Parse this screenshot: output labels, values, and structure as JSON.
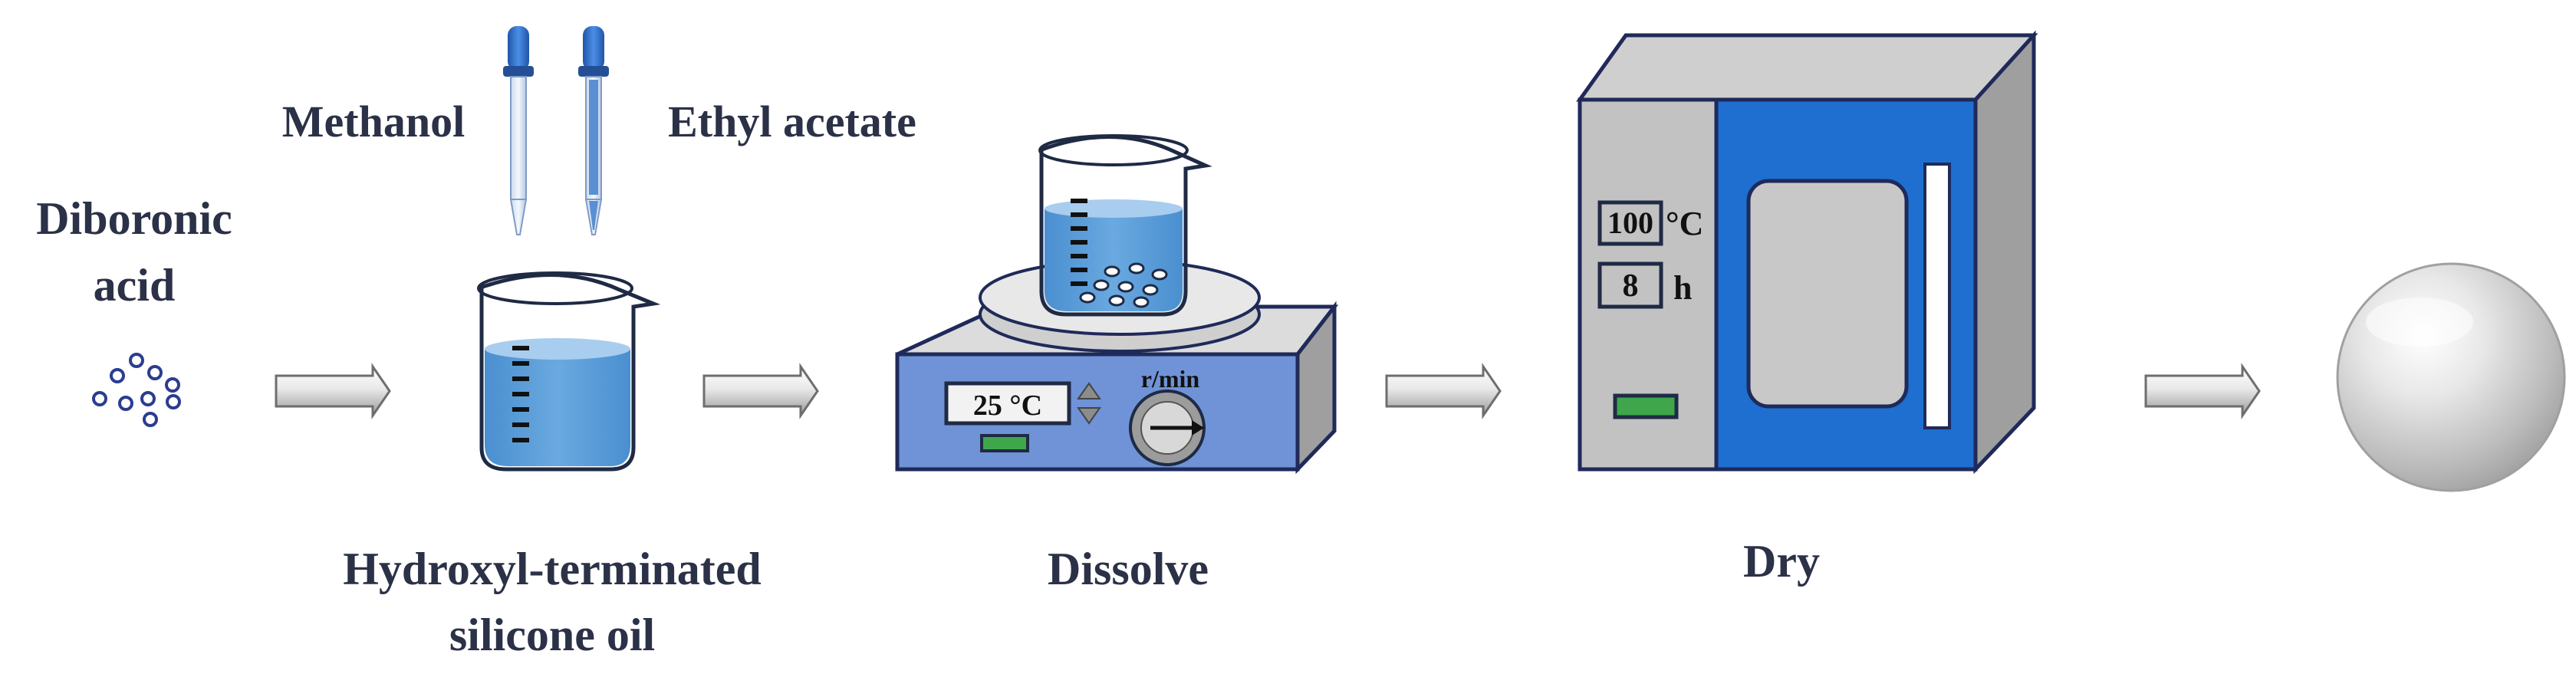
{
  "labels": {
    "diboronic_line1": "Diboronic",
    "diboronic_line2": "acid",
    "methanol": "Methanol",
    "ethyl_acetate": "Ethyl acetate",
    "silicone_line1": "Hydroxyl-terminated",
    "silicone_line2": "silicone oil",
    "dissolve": "Dissolve",
    "dry": "Dry"
  },
  "stirrer": {
    "temperature": "25 °C",
    "speed_unit": "r/min"
  },
  "oven": {
    "temperature_value": "100",
    "temperature_unit": "°C",
    "time_value": "8",
    "time_unit": "h"
  },
  "colors": {
    "text": "#2b3147",
    "liquid": "#5b9bd5",
    "oven_door": "#1e6fd0",
    "stirrer_front": "#6f93d6",
    "pipette_bulb": "#2f6fd1",
    "indicator": "#3fa64b"
  },
  "icons": [
    "dot-cluster-icon",
    "pipette-icon",
    "beaker-icon",
    "magnetic-stirrer-icon",
    "drying-oven-icon",
    "sphere-icon",
    "arrow-right-icon"
  ]
}
